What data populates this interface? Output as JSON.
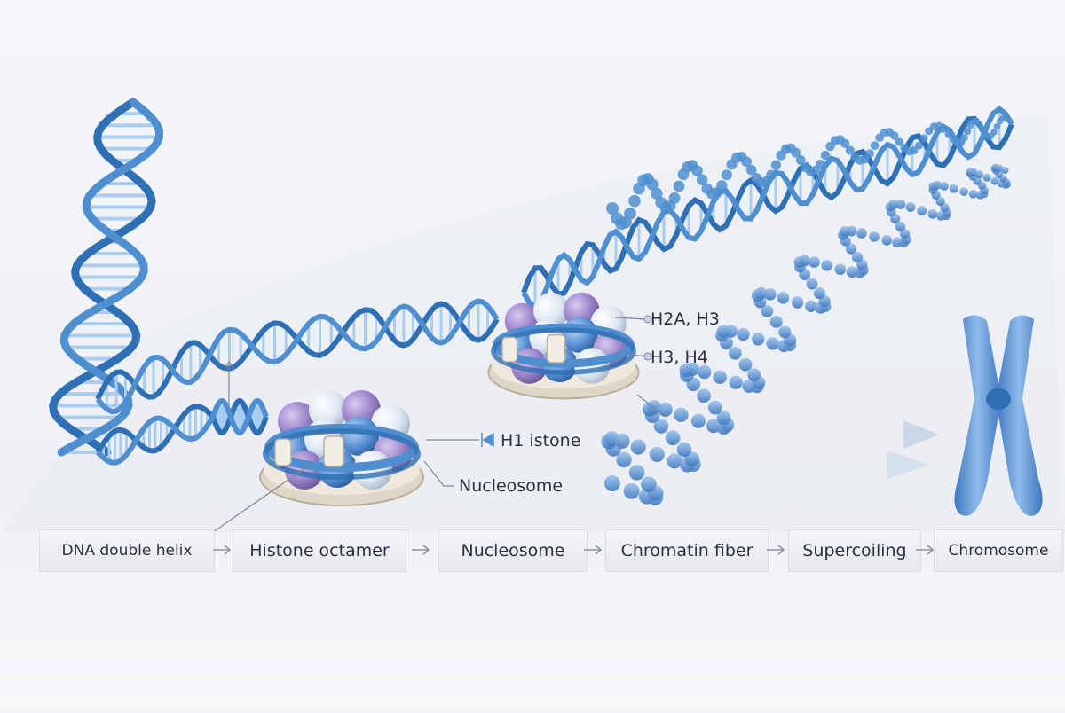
{
  "labels": {
    "h2a_h3": "H2A, H3",
    "h3_h4": "H3, H4",
    "h1_histone": "H1 istone",
    "nucleosome_callout": "Nucleosome"
  },
  "steps": [
    {
      "label": "DNA double helix"
    },
    {
      "label": "Histone octamer"
    },
    {
      "label": "Nucleosome"
    },
    {
      "label": "Chromatin fiber"
    },
    {
      "label": "Supercoiling"
    },
    {
      "label": "Chromosome"
    }
  ],
  "colors": {
    "dna_blue": "#4f8fd0",
    "dna_dark": "#2f6fb3",
    "dna_light": "#a9cdf0",
    "histone_purple": "#9b83c9",
    "histone_white": "#dfe7f3",
    "histone_blue": "#5b93d6",
    "text": "#2b3140",
    "arrow": "#8a93a3"
  }
}
